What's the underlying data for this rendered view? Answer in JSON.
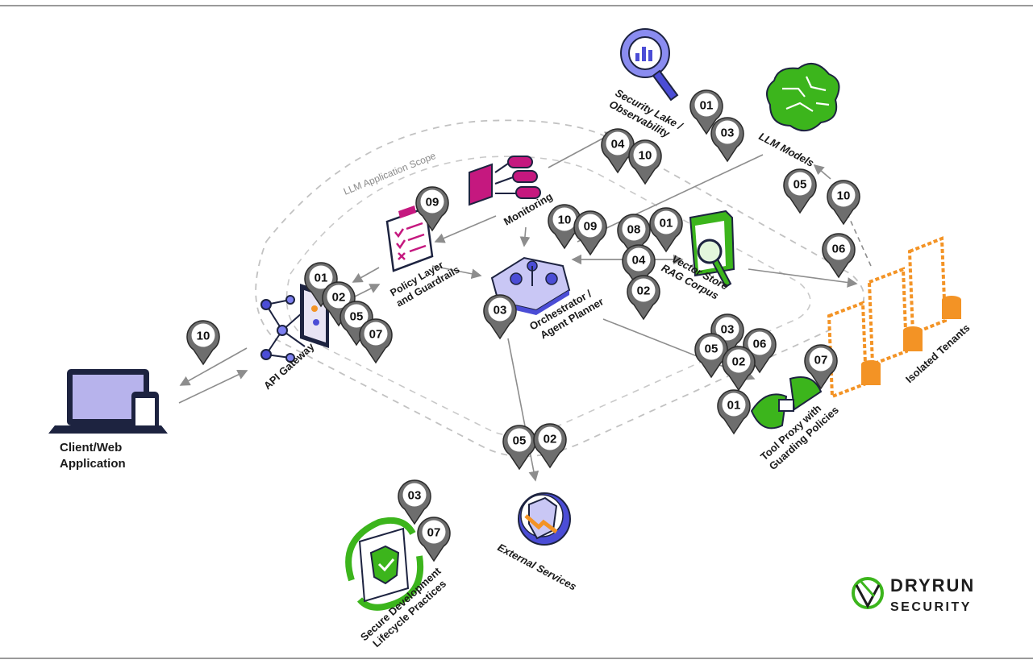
{
  "scope_label": "LLM Application Scope",
  "nodes": {
    "client": {
      "label_lines": [
        "Client/Web",
        "Application"
      ]
    },
    "api_gateway": {
      "label": "API Gateway"
    },
    "policy": {
      "label_lines": [
        "Policy Layer",
        "and Guardrails"
      ]
    },
    "monitoring": {
      "label": "Monitoring"
    },
    "security_lake": {
      "label_lines": [
        "Security Lake /",
        "Observability"
      ]
    },
    "llm_models": {
      "label": "LLM Models"
    },
    "orchestrator": {
      "label_lines": [
        "Orchestrator /",
        "Agent Planner"
      ]
    },
    "vector_store": {
      "label_lines": [
        "Vector Store",
        "RAG Corpus"
      ]
    },
    "isolated_tenants": {
      "label": "Isolated Tenants"
    },
    "tool_proxy": {
      "label_lines": [
        "Tool Proxy with",
        "Guarding Policies"
      ]
    },
    "external_services": {
      "label": "External Services"
    },
    "sdlc": {
      "label_lines": [
        "Secure Development",
        "Lifecycle Practices"
      ]
    }
  },
  "pins": [
    {
      "id": "pin-client-10",
      "text": "10"
    },
    {
      "id": "pin-gw-01",
      "text": "01"
    },
    {
      "id": "pin-gw-02",
      "text": "02"
    },
    {
      "id": "pin-gw-05",
      "text": "05"
    },
    {
      "id": "pin-gw-07",
      "text": "07"
    },
    {
      "id": "pin-policy-09",
      "text": "09"
    },
    {
      "id": "pin-lake-01",
      "text": "01"
    },
    {
      "id": "pin-lake-03",
      "text": "03"
    },
    {
      "id": "pin-mon-04",
      "text": "04"
    },
    {
      "id": "pin-mon-10",
      "text": "10"
    },
    {
      "id": "pin-llm-05",
      "text": "05"
    },
    {
      "id": "pin-llm-10",
      "text": "10"
    },
    {
      "id": "pin-orch-10",
      "text": "10"
    },
    {
      "id": "pin-orch-09",
      "text": "09"
    },
    {
      "id": "pin-vec-08",
      "text": "08"
    },
    {
      "id": "pin-vec-01",
      "text": "01"
    },
    {
      "id": "pin-vec-04",
      "text": "04"
    },
    {
      "id": "pin-vec-02",
      "text": "02"
    },
    {
      "id": "pin-orch-03",
      "text": "03"
    },
    {
      "id": "pin-tenant-06",
      "text": "06"
    },
    {
      "id": "pin-tool-03",
      "text": "03"
    },
    {
      "id": "pin-tool-05",
      "text": "05"
    },
    {
      "id": "pin-tool-06",
      "text": "06"
    },
    {
      "id": "pin-tool-02",
      "text": "02"
    },
    {
      "id": "pin-tool-07",
      "text": "07"
    },
    {
      "id": "pin-tool-01",
      "text": "01"
    },
    {
      "id": "pin-ext-05",
      "text": "05"
    },
    {
      "id": "pin-ext-02",
      "text": "02"
    },
    {
      "id": "pin-sdlc-03",
      "text": "03"
    },
    {
      "id": "pin-sdlc-07",
      "text": "07"
    }
  ],
  "logo": {
    "line1": "DRYRUN",
    "line2": "SECURITY"
  },
  "colors": {
    "purple": "#4b4dd6",
    "magenta": "#c5187f",
    "green": "#3cb51c",
    "orange": "#f39325",
    "dark": "#1d2340",
    "pin": "#6e6e6e",
    "dashed": "#bdbdbd",
    "arrow": "#8d8d8d"
  }
}
